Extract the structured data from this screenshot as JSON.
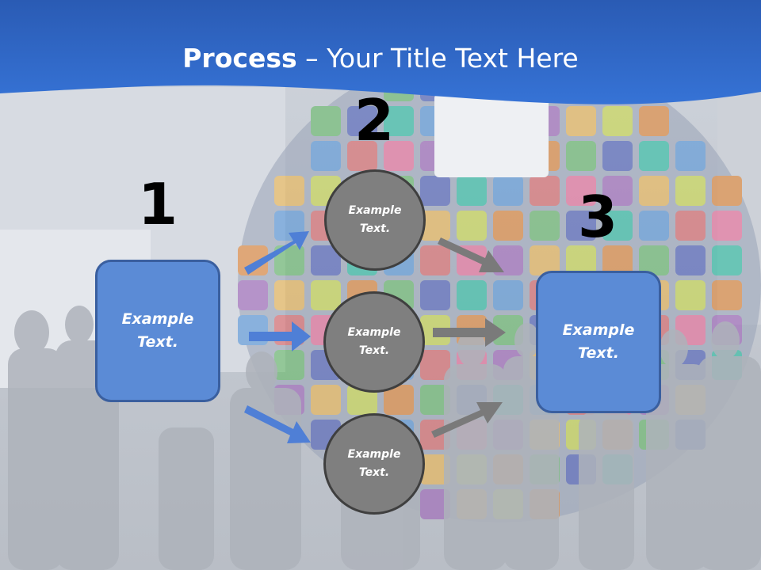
{
  "slide": {
    "title_bold": "Process",
    "title_rest": " – Your Title Text Here",
    "steps": [
      {
        "number": "1",
        "text_line1": "Example",
        "text_line2": "Text."
      },
      {
        "number": "2"
      },
      {
        "number": "3",
        "text_line1": "Example",
        "text_line2": "Text."
      }
    ],
    "circles": [
      {
        "text_line1": "Example",
        "text_line2": "Text."
      },
      {
        "text_line1": "Example",
        "text_line2": "Text."
      },
      {
        "text_line1": "Example",
        "text_line2": "Text."
      }
    ]
  },
  "colors": {
    "header_blue": "#2e66c4",
    "box_blue": "#5b8bd6",
    "box_border": "#3a5f9f",
    "circle_gray": "#7f7f7f",
    "circle_border": "#3f3f3f",
    "arrow_blue": "#4f7fd6",
    "arrow_gray": "#7a7a7a"
  }
}
